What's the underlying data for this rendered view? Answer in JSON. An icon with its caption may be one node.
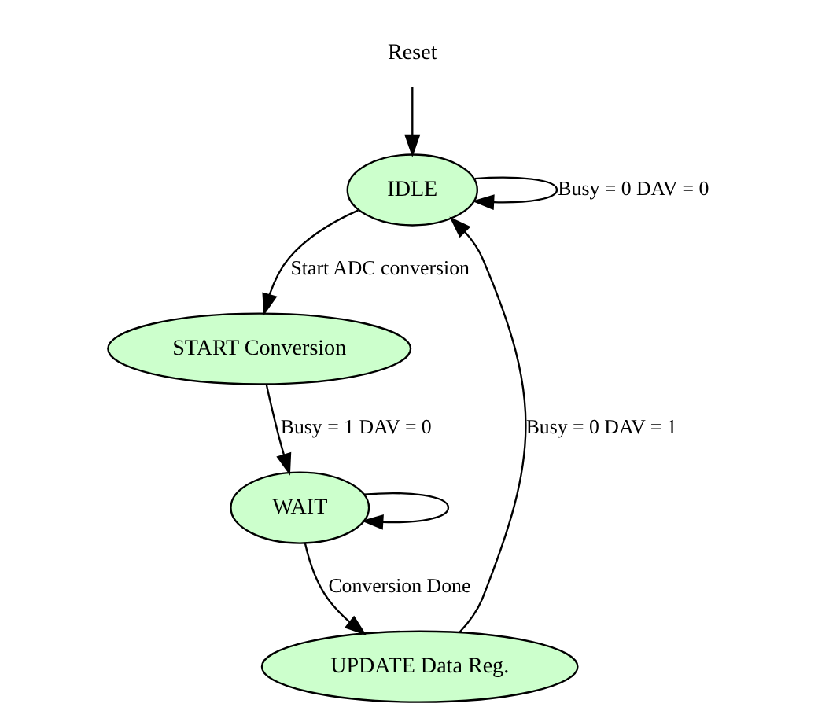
{
  "diagram": {
    "nodes": [
      {
        "text": [
          "Reset"
        ]
      },
      {
        "text": [
          "IDLE"
        ]
      },
      {
        "text": [
          "START Conversion"
        ]
      },
      {
        "text": [
          "WAIT"
        ]
      },
      {
        "text": [
          "UPDATE Data Reg."
        ]
      }
    ],
    "edges": [
      {
        "from": 0,
        "to": 1,
        "arrow": "to"
      },
      {
        "from": 1,
        "to": 1,
        "arrow": "to",
        "label": "Busy = 0 DAV = 0"
      },
      {
        "from": 1,
        "to": 2,
        "arrow": "to",
        "label": "Start ADC conversion"
      },
      {
        "from": 2,
        "to": 3,
        "arrow": "to",
        "label": "Busy = 1 DAV = 0"
      },
      {
        "from": 3,
        "to": 3,
        "arrow": "to"
      },
      {
        "from": 3,
        "to": 4,
        "arrow": "to",
        "label": "Conversion Done"
      },
      {
        "from": 4,
        "to": 1,
        "arrow": "to",
        "label": "Busy = 0 DAV = 1"
      }
    ]
  }
}
